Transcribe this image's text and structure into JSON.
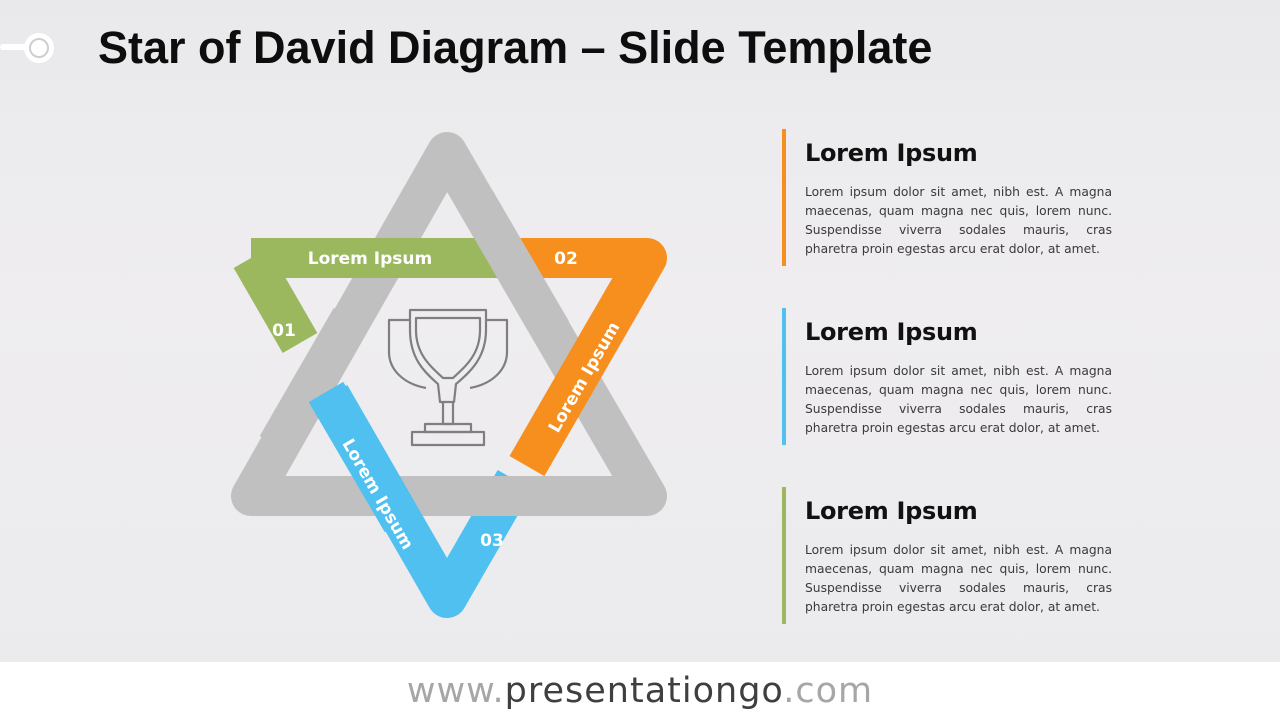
{
  "title": "Star of David Diagram – Slide Template",
  "colors": {
    "gray": "#c0c0c0",
    "green": "#9bb85f",
    "orange": "#f68f1e",
    "blue": "#4fc0f0",
    "icon": "#7f7f7f"
  },
  "diagram": {
    "center_icon": "trophy-icon",
    "bands": [
      {
        "number": "01",
        "label": "Lorem Ipsum",
        "color": "#9bb85f"
      },
      {
        "number": "02",
        "label": "Lorem Ipsum",
        "color": "#f68f1e"
      },
      {
        "number": "03",
        "label": "Lorem Ipsum",
        "color": "#4fc0f0"
      }
    ]
  },
  "items": [
    {
      "heading": "Lorem Ipsum",
      "text": "Lorem ipsum dolor sit amet, nibh est. A magna maecenas, quam magna nec quis, lorem nunc. Suspendisse viverra sodales mauris, cras pharetra proin egestas arcu erat dolor, at amet.",
      "color": "#f68f1e"
    },
    {
      "heading": "Lorem Ipsum",
      "text": "Lorem ipsum dolor sit amet, nibh est. A magna maecenas, quam magna nec quis, lorem nunc. Suspendisse viverra sodales mauris, cras pharetra proin egestas arcu erat dolor, at amet.",
      "color": "#4fc0f0"
    },
    {
      "heading": "Lorem Ipsum",
      "text": "Lorem ipsum dolor sit amet, nibh est. A magna maecenas, quam magna nec quis, lorem nunc. Suspendisse viverra sodales mauris, cras pharetra proin egestas arcu erat dolor, at amet.",
      "color": "#9bb85f"
    }
  ],
  "footer": {
    "prefix": "www.",
    "brand": "presentationgo",
    "suffix": ".com"
  }
}
